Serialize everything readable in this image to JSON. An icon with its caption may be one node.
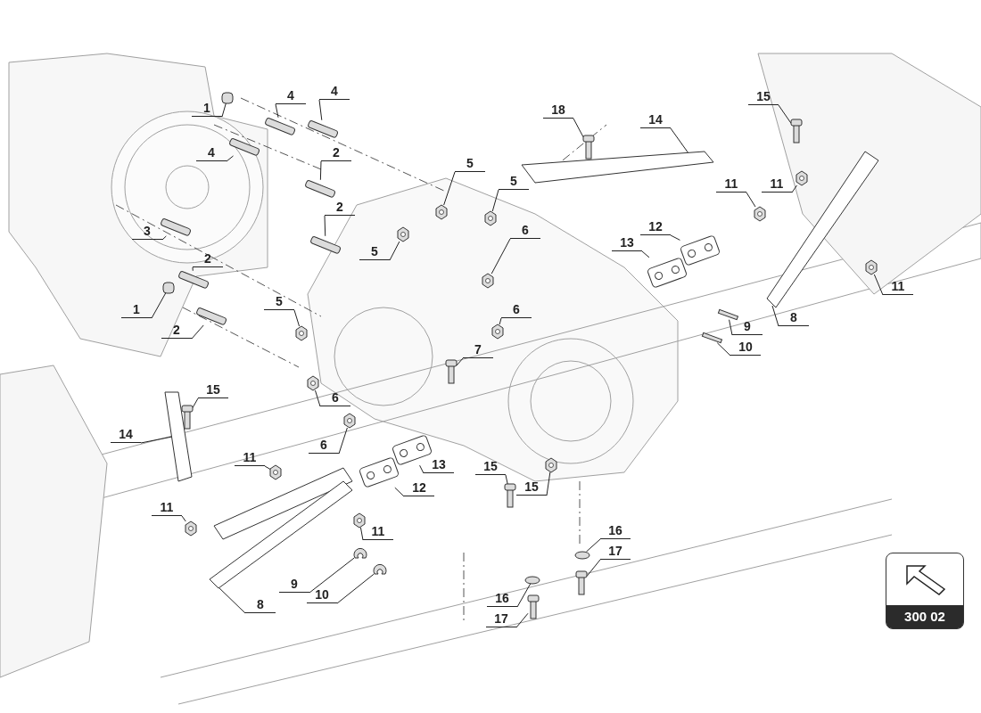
{
  "diagram": {
    "nodes": [
      {
        "text": [
          "4"
        ]
      },
      {
        "text": [
          "4"
        ]
      },
      {
        "text": [
          "15"
        ]
      },
      {
        "text": [
          "1"
        ]
      },
      {
        "text": [
          "18"
        ]
      },
      {
        "text": [
          "14"
        ]
      },
      {
        "text": [
          "4"
        ]
      },
      {
        "text": [
          "2"
        ]
      },
      {
        "text": [
          "5"
        ]
      },
      {
        "text": [
          "5"
        ]
      },
      {
        "text": [
          "11"
        ]
      },
      {
        "text": [
          "11"
        ]
      },
      {
        "text": [
          "2"
        ]
      },
      {
        "text": [
          "12"
        ]
      },
      {
        "text": [
          "6"
        ]
      },
      {
        "text": [
          "3"
        ]
      },
      {
        "text": [
          "13"
        ]
      },
      {
        "text": [
          "5"
        ]
      },
      {
        "text": [
          "2"
        ]
      },
      {
        "text": [
          "11"
        ]
      },
      {
        "text": [
          "5"
        ]
      },
      {
        "text": [
          "1"
        ]
      },
      {
        "text": [
          "6"
        ]
      },
      {
        "text": [
          "8"
        ]
      },
      {
        "text": [
          "9"
        ]
      },
      {
        "text": [
          "2"
        ]
      },
      {
        "text": [
          "10"
        ]
      },
      {
        "text": [
          "7"
        ]
      },
      {
        "text": [
          "15"
        ]
      },
      {
        "text": [
          "6"
        ]
      },
      {
        "text": [
          "14"
        ]
      },
      {
        "text": [
          "6"
        ]
      },
      {
        "text": [
          "11"
        ]
      },
      {
        "text": [
          "13"
        ]
      },
      {
        "text": [
          "15"
        ]
      },
      {
        "text": [
          "15"
        ]
      },
      {
        "text": [
          "12"
        ]
      },
      {
        "text": [
          "11"
        ]
      },
      {
        "text": [
          "16"
        ]
      },
      {
        "text": [
          "11"
        ]
      },
      {
        "text": [
          "17"
        ]
      },
      {
        "text": [
          "9"
        ]
      },
      {
        "text": [
          "10"
        ]
      },
      {
        "text": [
          "16"
        ]
      },
      {
        "text": [
          "8"
        ]
      },
      {
        "text": [
          "17"
        ]
      },
      {
        "text": [
          "300 02"
        ]
      },
      {
        "text": [],
        "shape": "bar"
      },
      {
        "text": [],
        "shape": "bar"
      },
      {
        "text": [],
        "shape": "picture"
      },
      {
        "text": [],
        "shape": "box"
      },
      {
        "text": [],
        "shape": "picture"
      },
      {
        "text": [],
        "shape": "bar"
      },
      {
        "text": [],
        "shape": "bar"
      },
      {
        "text": [],
        "shape": "bar"
      },
      {
        "text": [],
        "shape": "picture"
      },
      {
        "text": [],
        "shape": "picture"
      },
      {
        "text": [],
        "shape": "picture"
      },
      {
        "text": [],
        "shape": "picture"
      },
      {
        "text": [],
        "shape": "bar"
      },
      {
        "text": [],
        "shape": "picture"
      },
      {
        "text": [],
        "shape": "picture"
      },
      {
        "text": [],
        "shape": "bar"
      },
      {
        "text": [],
        "shape": "picture"
      },
      {
        "text": [],
        "shape": "picture"
      },
      {
        "text": [],
        "shape": "bar"
      },
      {
        "text": [],
        "shape": "picture"
      },
      {
        "text": [],
        "shape": "picture"
      },
      {
        "text": [],
        "shape": "box"
      },
      {
        "text": [],
        "shape": "picture"
      },
      {
        "text": [],
        "shape": "bar"
      },
      {
        "text": [],
        "shape": "bar"
      },
      {
        "text": [],
        "shape": "bar"
      },
      {
        "text": [],
        "shape": "bar"
      },
      {
        "text": [],
        "shape": "picture"
      },
      {
        "text": [],
        "shape": "picture"
      },
      {
        "text": [],
        "shape": "picture"
      },
      {
        "text": [],
        "shape": "bar"
      },
      {
        "text": [],
        "shape": "picture"
      },
      {
        "text": [],
        "shape": "picture"
      },
      {
        "text": [],
        "shape": "picture"
      },
      {
        "text": [],
        "shape": "picture"
      },
      {
        "text": [],
        "shape": "picture"
      },
      {
        "text": [],
        "shape": "picture"
      },
      {
        "text": [],
        "shape": "picture"
      },
      {
        "text": [],
        "shape": "circle"
      },
      {
        "text": [],
        "shape": "picture"
      },
      {
        "text": [],
        "shape": "picture"
      },
      {
        "text": [],
        "shape": "picture"
      },
      {
        "text": [],
        "shape": "picture"
      },
      {
        "text": [],
        "shape": "circle"
      },
      {
        "text": [],
        "shape": "bar"
      },
      {
        "text": [],
        "shape": "picture"
      }
    ],
    "edges": [
      {
        "from": 0,
        "to": 47,
        "arrow": "none"
      },
      {
        "from": 1,
        "to": 48,
        "arrow": "none"
      },
      {
        "from": 2,
        "to": 49,
        "arrow": "none"
      },
      {
        "from": 3,
        "to": 50,
        "arrow": "none"
      },
      {
        "from": 4,
        "to": 51,
        "arrow": "none"
      },
      {
        "from": 5,
        "to": 52,
        "arrow": "none"
      },
      {
        "from": 6,
        "to": 53,
        "arrow": "none"
      },
      {
        "from": 7,
        "to": 54,
        "arrow": "none"
      },
      {
        "from": 8,
        "to": 55,
        "arrow": "none"
      },
      {
        "from": 9,
        "to": 56,
        "arrow": "none"
      },
      {
        "from": 10,
        "to": 57,
        "arrow": "none"
      },
      {
        "from": 11,
        "to": 58,
        "arrow": "none"
      },
      {
        "from": 12,
        "to": 59,
        "arrow": "none"
      },
      {
        "from": 13,
        "to": 60,
        "arrow": "none"
      },
      {
        "from": 14,
        "to": 61,
        "arrow": "none"
      },
      {
        "from": 15,
        "to": 62,
        "arrow": "none"
      },
      {
        "from": 16,
        "to": 63,
        "arrow": "none"
      },
      {
        "from": 17,
        "to": 64,
        "arrow": "none"
      },
      {
        "from": 18,
        "to": 65,
        "arrow": "none"
      },
      {
        "from": 19,
        "to": 66,
        "arrow": "none"
      },
      {
        "from": 20,
        "to": 67,
        "arrow": "none"
      },
      {
        "from": 21,
        "to": 68,
        "arrow": "none"
      },
      {
        "from": 22,
        "to": 69,
        "arrow": "none"
      },
      {
        "from": 23,
        "to": 70,
        "arrow": "none"
      },
      {
        "from": 24,
        "to": 71,
        "arrow": "none"
      },
      {
        "from": 25,
        "to": 72,
        "arrow": "none"
      },
      {
        "from": 26,
        "to": 73,
        "arrow": "none"
      },
      {
        "from": 27,
        "to": 74,
        "arrow": "none"
      },
      {
        "from": 28,
        "to": 75,
        "arrow": "none"
      },
      {
        "from": 29,
        "to": 76,
        "arrow": "none"
      },
      {
        "from": 30,
        "to": 77,
        "arrow": "none"
      },
      {
        "from": 31,
        "to": 78,
        "arrow": "none"
      },
      {
        "from": 32,
        "to": 79,
        "arrow": "none"
      },
      {
        "from": 33,
        "to": 80,
        "arrow": "none"
      },
      {
        "from": 34,
        "to": 81,
        "arrow": "none"
      },
      {
        "from": 35,
        "to": 82,
        "arrow": "none"
      },
      {
        "from": 36,
        "to": 83,
        "arrow": "none"
      },
      {
        "from": 37,
        "to": 84,
        "arrow": "none"
      },
      {
        "from": 38,
        "to": 85,
        "arrow": "none"
      },
      {
        "from": 39,
        "to": 86,
        "arrow": "none"
      },
      {
        "from": 40,
        "to": 87,
        "arrow": "none"
      },
      {
        "from": 41,
        "to": 88,
        "arrow": "none"
      },
      {
        "from": 42,
        "to": 89,
        "arrow": "none"
      },
      {
        "from": 43,
        "to": 90,
        "arrow": "none"
      },
      {
        "from": 44,
        "to": 91,
        "arrow": "none"
      },
      {
        "from": 45,
        "to": 92,
        "arrow": "none"
      }
    ]
  }
}
